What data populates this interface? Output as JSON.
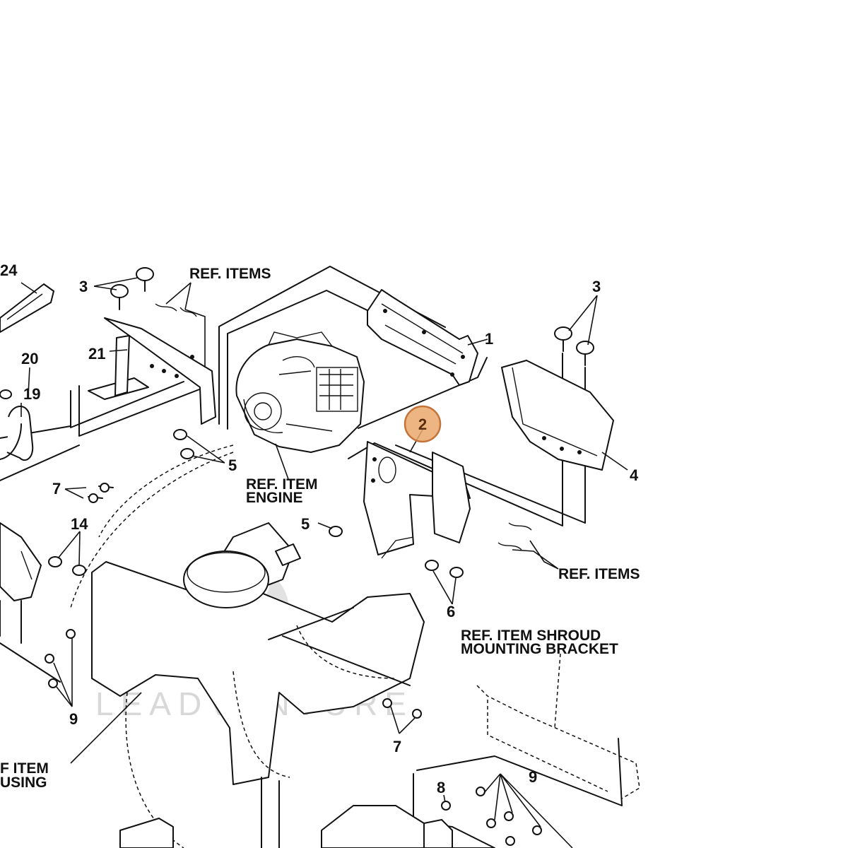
{
  "watermark": "LEADVENTURE",
  "highlight": {
    "label": "2",
    "color": "#e9a86c"
  },
  "callouts": {
    "n24": "24",
    "n3a": "3",
    "n3b": "3",
    "n1": "1",
    "n20": "20",
    "n19": "19",
    "n21": "21",
    "n5a": "5",
    "n5b": "5",
    "n4": "4",
    "n7a": "7",
    "n14": "14",
    "n6": "6",
    "n9a": "9",
    "n7b": "7",
    "n8": "8",
    "n9b": "9"
  },
  "labels": {
    "ref_items_top": "REF. ITEMS",
    "ref_item_engine_1": "REF. ITEM",
    "ref_item_engine_2": "ENGINE",
    "ref_items_right": "REF. ITEMS",
    "shroud_1": "REF. ITEM SHROUD",
    "shroud_2": "MOUNTING BRACKET",
    "housing_1": "F ITEM",
    "housing_2": "USING"
  }
}
